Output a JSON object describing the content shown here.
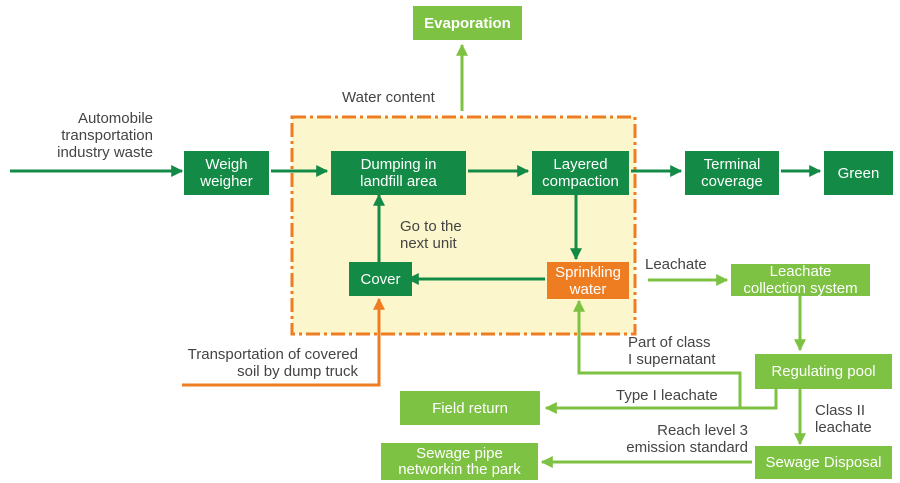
{
  "colors": {
    "dark_green": "#138a45",
    "light_green": "#7dc242",
    "orange": "#ee7d22",
    "dashed_border": "#ee7d22",
    "area_fill": "#fbf6cc",
    "label_text": "#444444"
  },
  "nodes": {
    "evaporation": "Evaporation",
    "weigh_weigher": "Weigh\nweigher",
    "dumping": "Dumping in\nlandfill area",
    "layered_compaction": "Layered\ncompaction",
    "terminal_coverage": "Terminal\ncoverage",
    "green": "Green",
    "cover": "Cover",
    "sprinkling_water": "Sprinkling\nwater",
    "leachate_collection": "Leachate\ncollection system",
    "regulating_pool": "Regulating pool",
    "field_return": "Field return",
    "sewage_disposal": "Sewage Disposal",
    "sewage_pipe": "Sewage pipe\nnetworkin the park"
  },
  "labels": {
    "automobile": "Automobile\ntransportation\nindustry waste",
    "water_content": "Water content",
    "next_unit": "Go to the\nnext unit",
    "leachate": "Leachate",
    "covered_soil": "Transportation of covered\nsoil by dump truck",
    "part_of_class": "Part of class\nI supernatant",
    "type_i": "Type I leachate",
    "class_ii": "Class II\nleachate",
    "reach_level": "Reach level 3\nemission standard"
  }
}
